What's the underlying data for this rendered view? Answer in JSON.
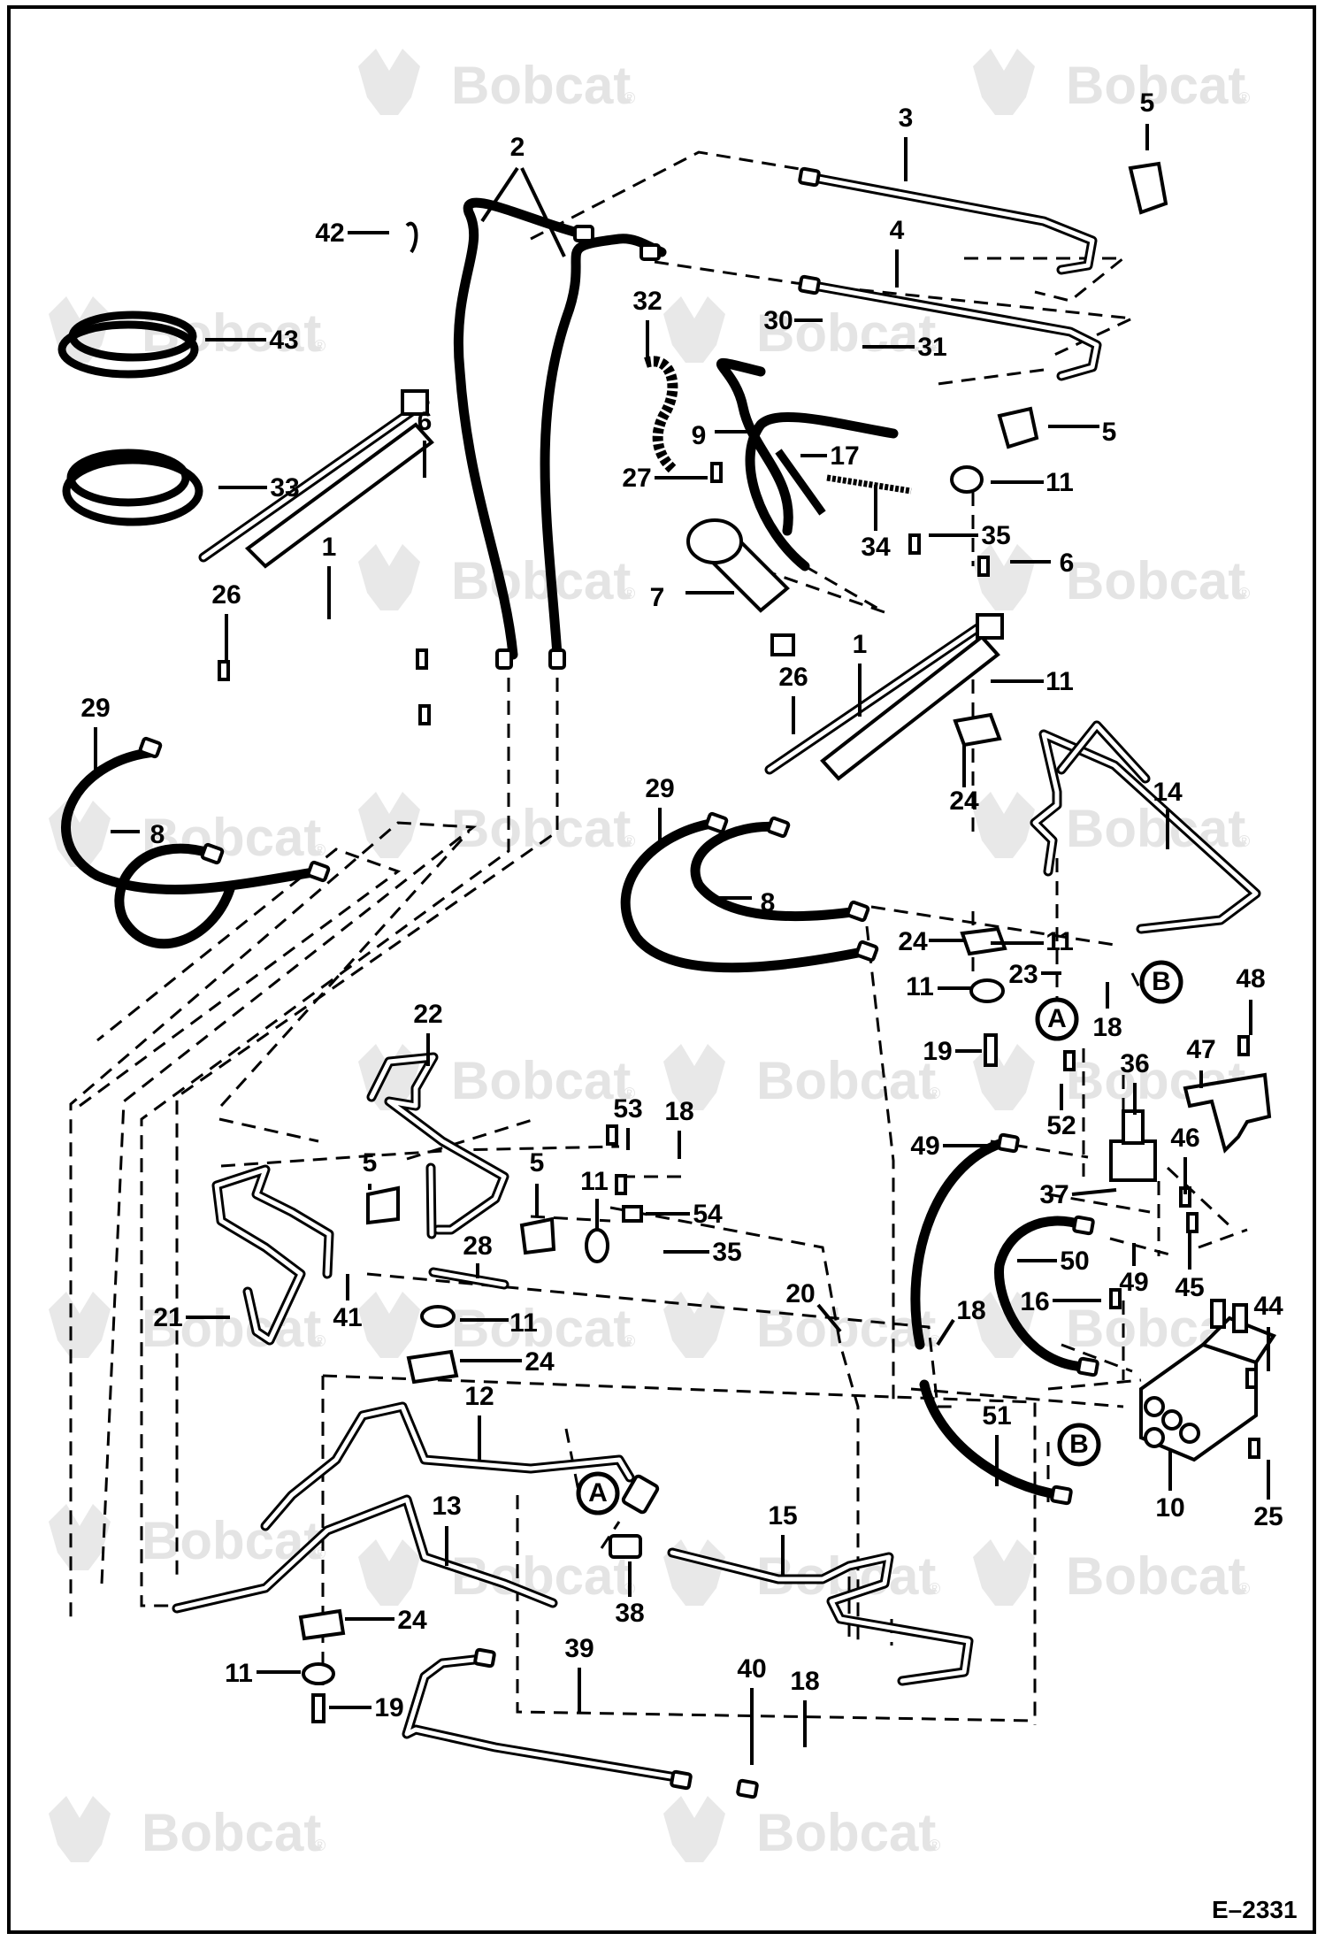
{
  "watermark": {
    "brand": "Bobcat",
    "registered": "®"
  },
  "drawing_code": "E–2331",
  "callouts": [
    "1",
    "2",
    "3",
    "4",
    "5",
    "6",
    "7",
    "8",
    "9",
    "10",
    "11",
    "12",
    "13",
    "14",
    "15",
    "16",
    "17",
    "18",
    "19",
    "20",
    "21",
    "22",
    "23",
    "24",
    "25",
    "26",
    "27",
    "28",
    "29",
    "30",
    "31",
    "32",
    "33",
    "34",
    "35",
    "36",
    "37",
    "38",
    "39",
    "40",
    "41",
    "42",
    "43",
    "44",
    "45",
    "46",
    "47",
    "48",
    "49",
    "50",
    "51",
    "52",
    "53",
    "54"
  ],
  "connection_markers": [
    "A",
    "B"
  ]
}
